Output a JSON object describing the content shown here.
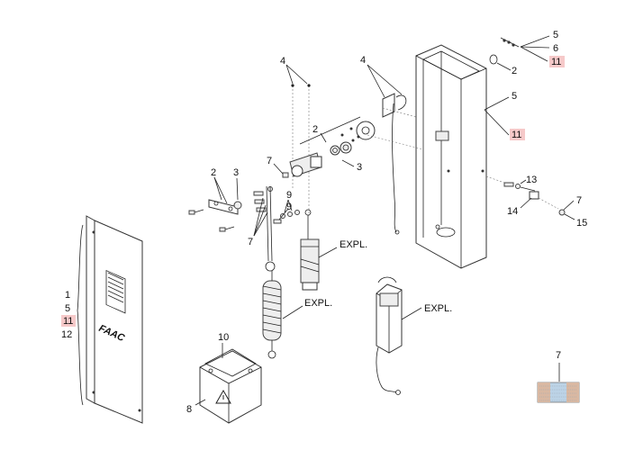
{
  "diagram": {
    "highlight_color": "#f6c9c9",
    "colors": {
      "line": "#222222",
      "text": "#111111"
    },
    "labels": {
      "cover_lines": [
        "1",
        "5",
        "11",
        "12"
      ],
      "explode_labels": [
        "EXPL.",
        "EXPL.",
        "EXPL."
      ],
      "bottom_left": [
        "10",
        "8"
      ],
      "left_group": [
        "2",
        "3",
        "7",
        "7",
        "9",
        "9"
      ],
      "center_group": [
        "4",
        "2",
        "3"
      ],
      "cabinet_group": [
        "4",
        "2",
        "5",
        "11"
      ],
      "top_right": [
        "5",
        "6",
        "11"
      ],
      "right_side": [
        "13",
        "14",
        "7",
        "15"
      ],
      "bottom_right": [
        "7"
      ]
    },
    "logo_text": "FAAC",
    "icons": [
      "warning-triangle-icon",
      "foam-pad-icon"
    ]
  }
}
